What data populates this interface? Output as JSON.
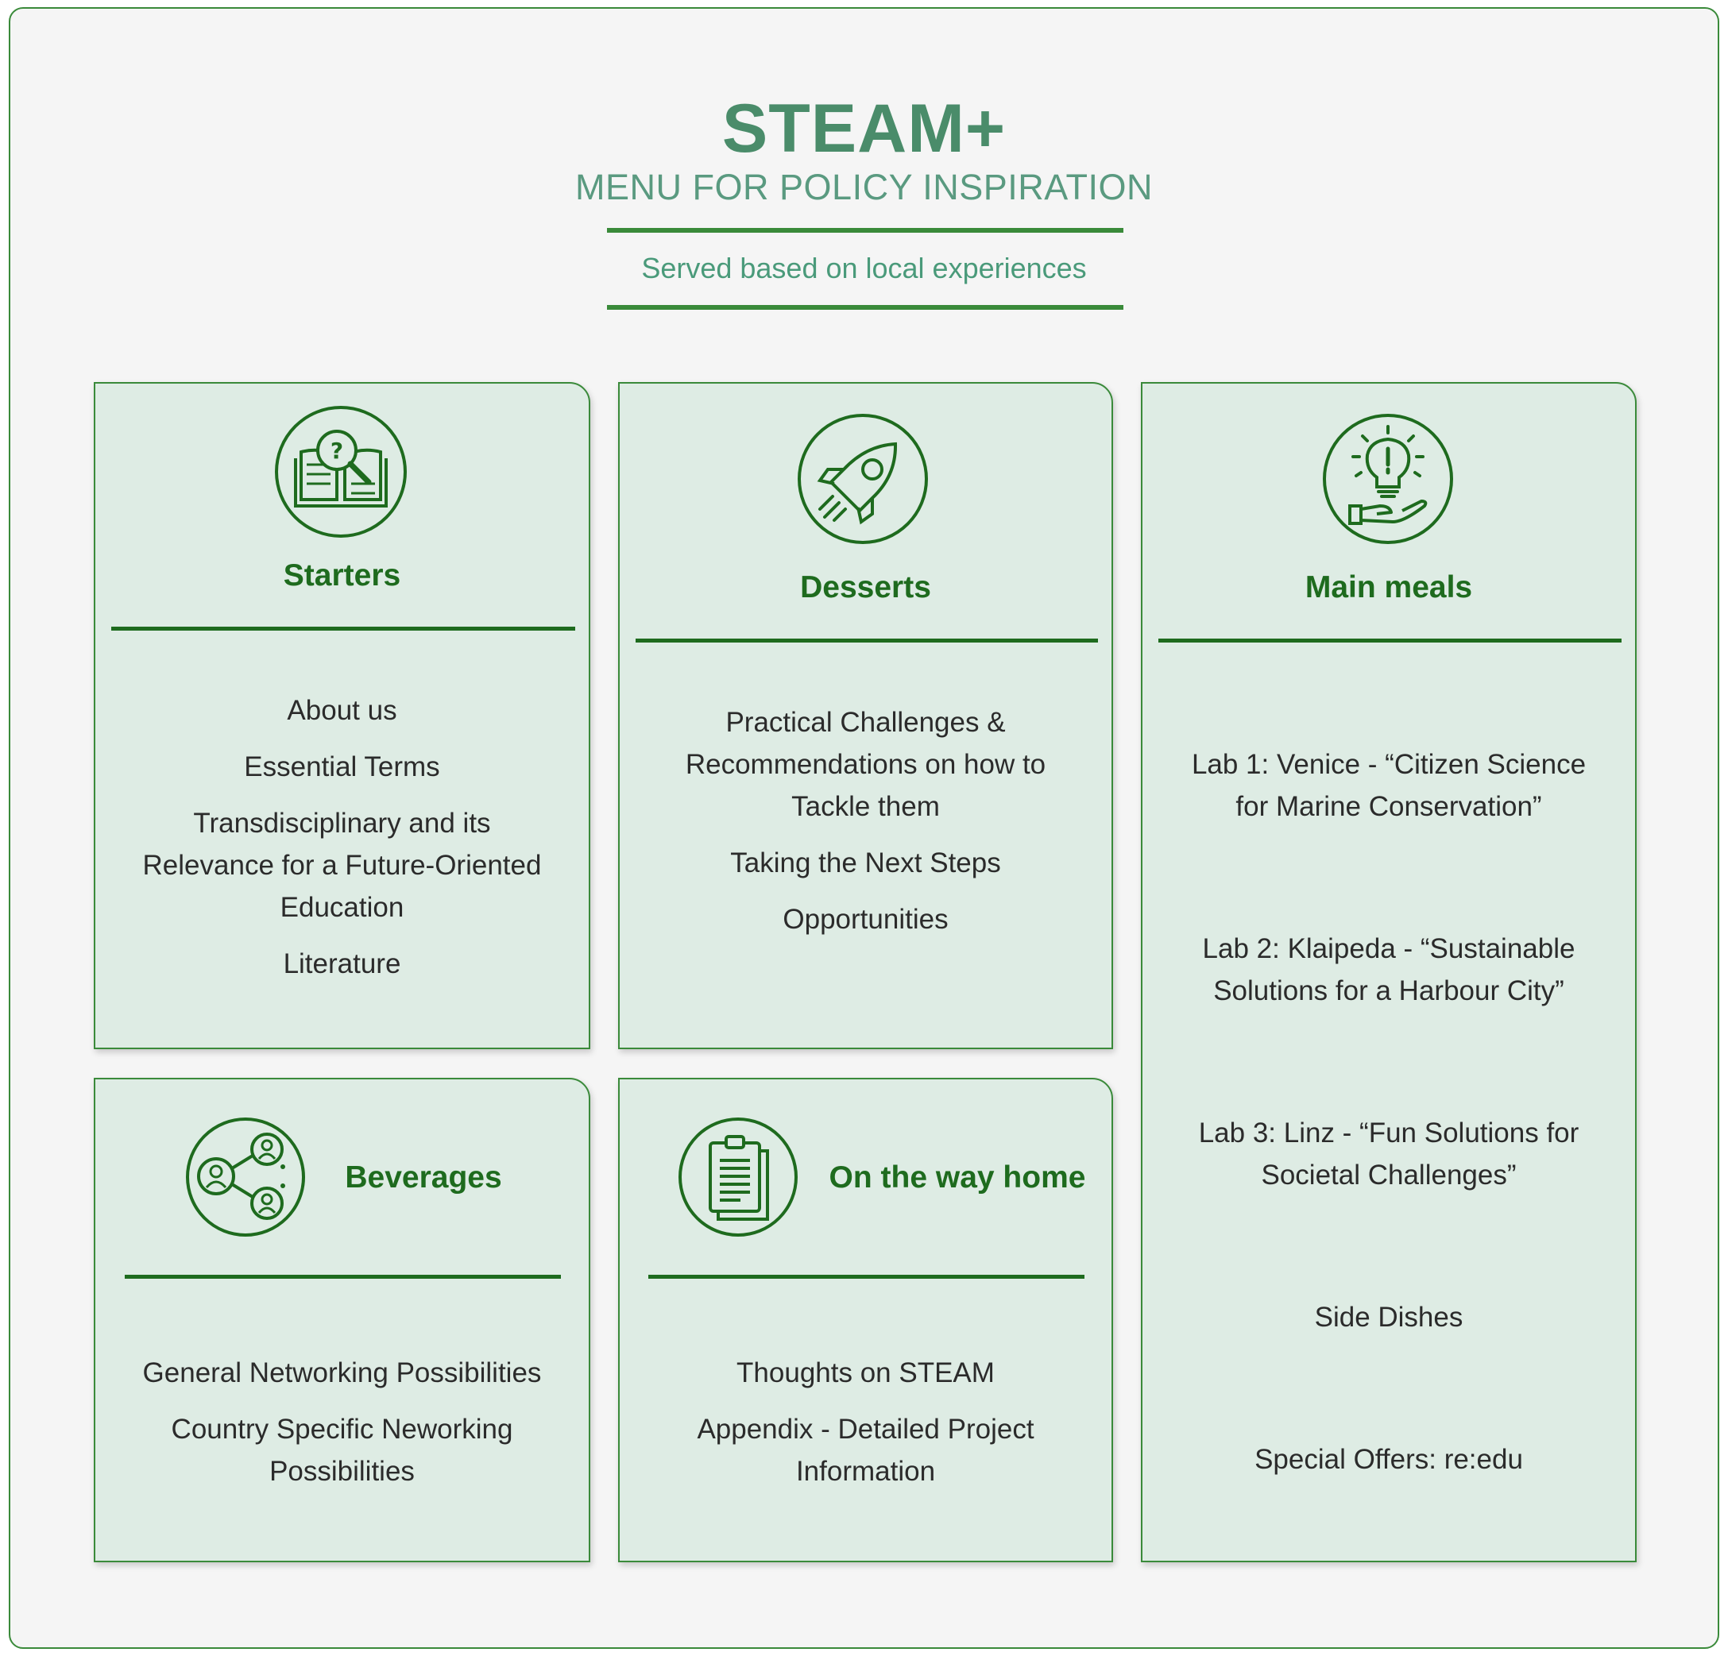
{
  "header": {
    "brand": "STEAM+",
    "subtitle": "MENU FOR POLICY INSPIRATION",
    "tagline": "Served based on local experiences"
  },
  "colors": {
    "accent": "#3a8a3a",
    "dark_green": "#1e6b1e",
    "card_bg": "#deece4",
    "frame_bg": "#f5f5f5"
  },
  "cards": {
    "starters": {
      "icon": "book-magnifier-icon",
      "title": "Starters",
      "items": [
        "About us",
        "Essential Terms",
        "Transdisciplinary and its Relevance for a Future-Oriented Education",
        "Literature"
      ]
    },
    "desserts": {
      "icon": "rocket-icon",
      "title": "Desserts",
      "items": [
        "Practical Challenges & Recommendations on how to Tackle them",
        "Taking the Next Steps",
        "Opportunities"
      ]
    },
    "main": {
      "icon": "lightbulb-hand-icon",
      "title": "Main meals",
      "items": [
        "Lab 1: Venice - “Citizen Science for Marine Conservation”",
        "Lab 2: Klaipeda - “Sustainable Solutions for a Harbour City”",
        "Lab 3: Linz - “Fun Solutions for Societal Challenges”",
        "Side Dishes",
        "Special Offers: re:edu"
      ]
    },
    "beverages": {
      "icon": "network-people-icon",
      "title": "Beverages",
      "items": [
        "General Networking Possibilities",
        "Country Specific Neworking Possibilities"
      ]
    },
    "home": {
      "icon": "clipboard-document-icon",
      "title": "On the way home",
      "items": [
        "Thoughts on STEAM",
        "Appendix - Detailed Project Information"
      ]
    }
  }
}
